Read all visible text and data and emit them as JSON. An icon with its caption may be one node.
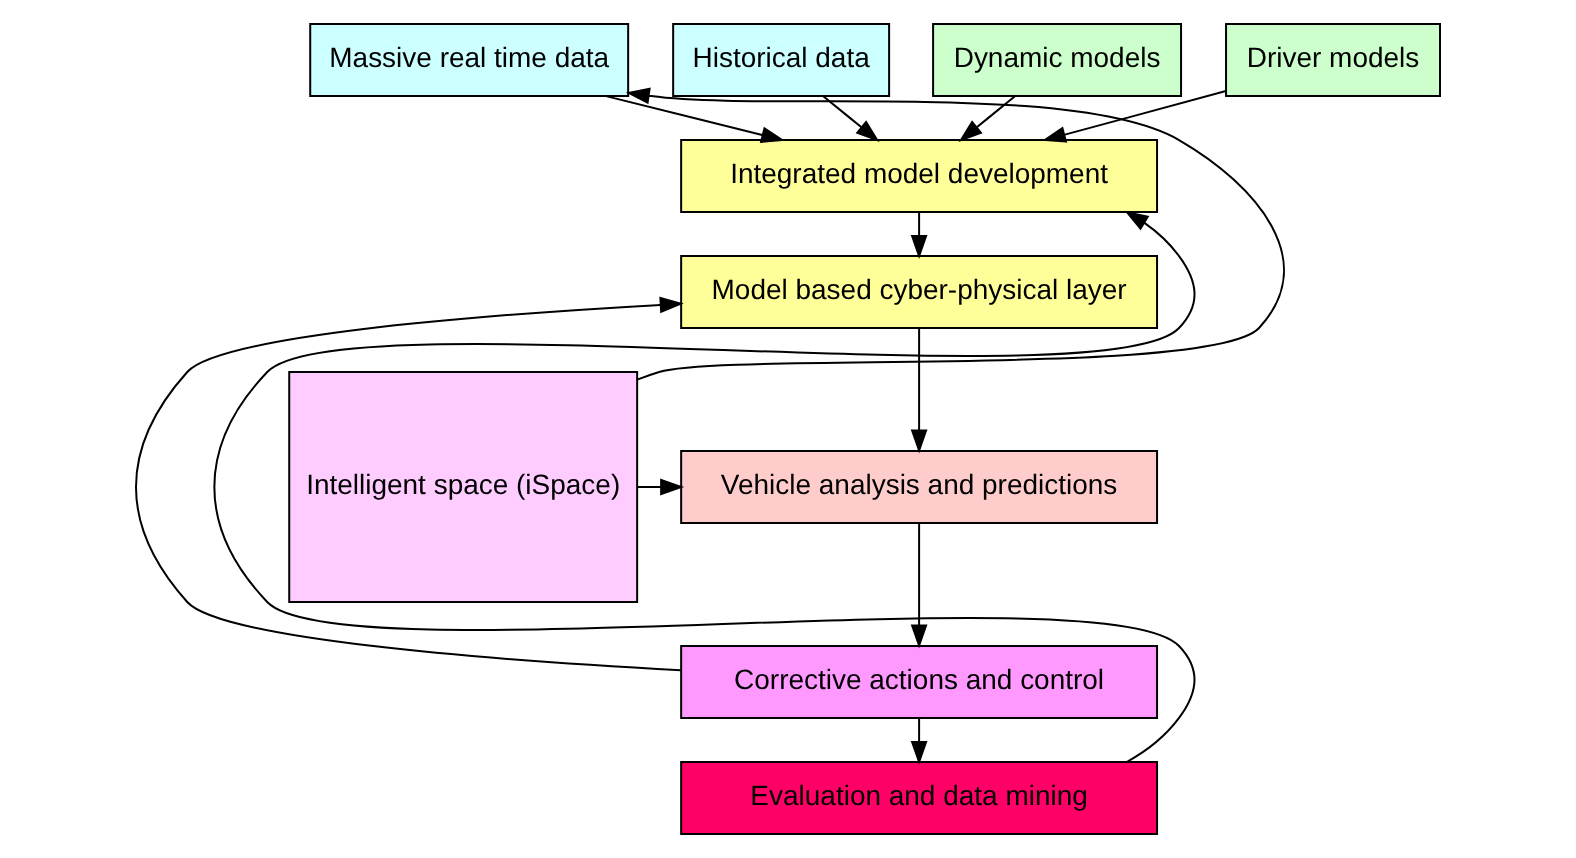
{
  "diagram": {
    "nodes": [
      {
        "text": [
          "Massive real time data"
        ]
      },
      {
        "text": [
          "Historical data"
        ]
      },
      {
        "text": [
          "Dynamic models"
        ]
      },
      {
        "text": [
          "Driver models"
        ]
      },
      {
        "text": [
          "Integrated model development"
        ]
      },
      {
        "text": [
          "Intelligent space (iSpace)"
        ]
      },
      {
        "text": [
          "Model based cyber-physical layer"
        ]
      },
      {
        "text": [
          "Vehicle analysis and predictions"
        ]
      },
      {
        "text": [
          "Corrective actions and control"
        ]
      },
      {
        "text": [
          "Evaluation and data mining"
        ]
      }
    ],
    "edges": [
      {
        "from": 0,
        "to": 4,
        "arrow": "to"
      },
      {
        "from": 1,
        "to": 4,
        "arrow": "to"
      },
      {
        "from": 2,
        "to": 4,
        "arrow": "to"
      },
      {
        "from": 3,
        "to": 4,
        "arrow": "to"
      },
      {
        "from": 5,
        "to": 0,
        "arrow": "to"
      },
      {
        "from": 5,
        "to": 7,
        "arrow": "to"
      },
      {
        "from": 4,
        "to": 6,
        "arrow": "to"
      },
      {
        "from": 6,
        "to": 7,
        "arrow": "to"
      },
      {
        "from": 7,
        "to": 8,
        "arrow": "to"
      },
      {
        "from": 8,
        "to": 9,
        "arrow": "to"
      },
      {
        "from": 8,
        "to": 6,
        "arrow": "to"
      },
      {
        "from": 9,
        "to": 4,
        "arrow": "to"
      }
    ]
  }
}
